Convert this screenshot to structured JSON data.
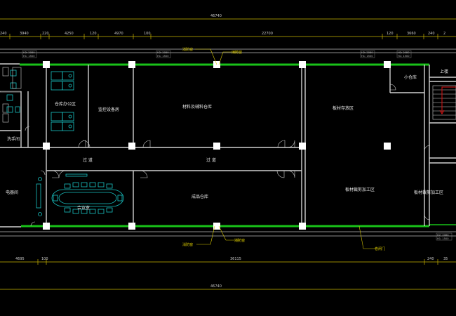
{
  "dimensions": {
    "overall_top": "46740",
    "top_segments": [
      "240",
      "3940",
      "220",
      "4250",
      "120",
      "4970",
      "100",
      "22700",
      "120",
      "3660",
      "240",
      "2"
    ],
    "bottom_segments": [
      "4695",
      "100",
      "36115",
      "240",
      "35"
    ],
    "overall_bottom": "46740"
  },
  "rooms": {
    "office": "仓库办公区",
    "equipment_room": "监控设备房",
    "material_store": "材料及辅料仓库",
    "wood_stack": "板材存放区",
    "small_store": "小仓库",
    "restroom": "洗手间",
    "corridor_left": "过 道",
    "corridor_mid": "过 道",
    "electric_room": "电器间",
    "meeting_room": "会议室",
    "product_store": "成品仓库",
    "wood_cut": "板材裁剪加工区",
    "wood_process": "板材裁剪加工区",
    "stairs": "上楼"
  },
  "annotations": {
    "fire_window_top": "消防窗",
    "fire_window_top2": "消防窗",
    "fire_window_bottom": "消防窗",
    "fire_window_bottom2": "消防窗",
    "roll_door": "卷闸门"
  },
  "window_tags": [
    "H2: 2080",
    "H1: 1500"
  ],
  "colors": {
    "background": "#000000",
    "exterior_wall": "#19c219",
    "wall": "#d0d0d0",
    "furniture": "#19c2c2",
    "dimension": "#c8b400",
    "stair_arrow": "#e01010"
  }
}
